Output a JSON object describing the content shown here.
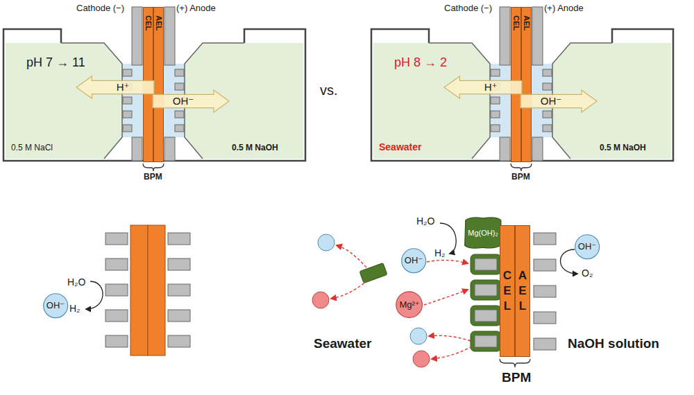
{
  "diagram": {
    "nodes": [
      {
        "text": [
          "CEL"
        ]
      },
      {
        "text": [
          "AEL"
        ]
      },
      {
        "text": [
          "H⁺"
        ]
      },
      {
        "text": [
          "OH⁻"
        ]
      },
      {
        "text": [
          "CEL"
        ]
      },
      {
        "text": [
          "AEL"
        ]
      },
      {
        "text": [
          "H⁺"
        ]
      },
      {
        "text": [
          "OH⁻"
        ]
      },
      {
        "text": [
          "OH⁻"
        ]
      },
      {
        "text": [
          "Mg(OH)₂"
        ]
      },
      {
        "text": [
          "OH⁻"
        ]
      },
      {
        "text": [
          "Mg²⁺"
        ]
      },
      {
        "text": [
          "C E L"
        ]
      },
      {
        "text": [
          "A E L"
        ]
      },
      {
        "text": [
          "OH⁻"
        ]
      }
    ],
    "labels": [
      "Cathode (−)",
      "(+) Anode",
      "pH 7 → 11",
      "0.5 M NaCl",
      "0.5 M NaOH",
      "BPM",
      "vs.",
      "Cathode (−)",
      "(+) Anode",
      "pH 8 → 2",
      "Seawater",
      "0.5 M NaOH",
      "BPM",
      "H₂O",
      "H₂",
      "H₂O",
      "H₂",
      "O₂",
      "Seawater",
      "NaOH solution",
      "BPM"
    ]
  }
}
